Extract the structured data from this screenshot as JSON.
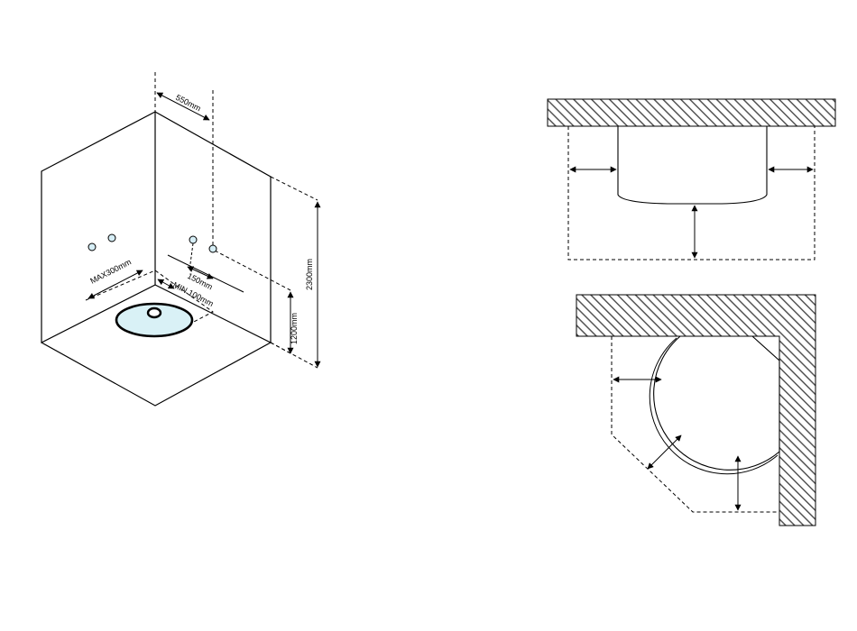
{
  "iso_view": {
    "dimensions": {
      "top_offset": "550mm",
      "total_height": "2300mm",
      "lower_height": "1200mm",
      "max_spacing": "MAX300mm",
      "min_gap": "MIN 100mm",
      "pipe_spacing": "150mm"
    }
  },
  "colors": {
    "line": "#000000",
    "valve_fill": "#d6eef6",
    "drain_fill": "#d9f1f6",
    "hatch": "#555555"
  }
}
